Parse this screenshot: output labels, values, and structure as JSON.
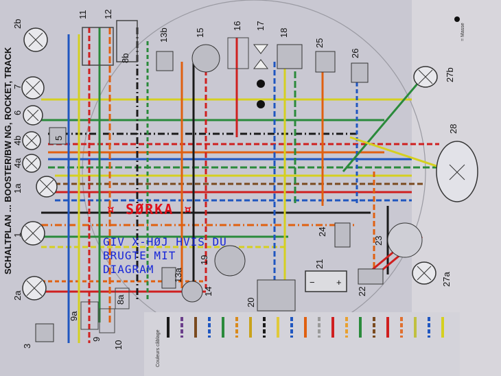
{
  "title": "SCHALTPLAN ... BOOSTER/BW NG, ROCKET, TRACK",
  "overlay": {
    "name": "¤ SØRKA ¤",
    "line1": "GIV X-HØJ HVIS DU",
    "line2": "BRUGTE MIT",
    "line3": "DIAGRAM"
  },
  "legend": {
    "header": "Couleurs câblage",
    "masse": "= Masse",
    "colors": [
      "#1a1a1a",
      "#6a3e8a",
      "#7a4a1f",
      "#1f56c0",
      "#2a8a3b",
      "#d98a1c",
      "#c9a21b",
      "#1a1a1a",
      "#e0c93a",
      "#1f56c0",
      "#e06010",
      "#9a9a9a",
      "#cf1f1f",
      "#e8a030",
      "#2a8a3b",
      "#7a4a1f",
      "#cf1f1f",
      "#e07030",
      "#c0c040",
      "#1f56c0",
      "#d5d020"
    ]
  },
  "components": [
    {
      "id": "c2b",
      "label": "2b"
    },
    {
      "id": "c7",
      "label": "7"
    },
    {
      "id": "c6",
      "label": "6"
    },
    {
      "id": "c4b",
      "label": "4b"
    },
    {
      "id": "c4a",
      "label": "4a"
    },
    {
      "id": "c1a",
      "label": "1a"
    },
    {
      "id": "c1",
      "label": "1"
    },
    {
      "id": "c2a",
      "label": "2a"
    },
    {
      "id": "c3",
      "label": "3"
    },
    {
      "id": "c5",
      "label": "5"
    },
    {
      "id": "c11",
      "label": "11"
    },
    {
      "id": "c12",
      "label": "12"
    },
    {
      "id": "c8b",
      "label": "8b"
    },
    {
      "id": "c13b",
      "label": "13b"
    },
    {
      "id": "c15",
      "label": "15"
    },
    {
      "id": "c16",
      "label": "16"
    },
    {
      "id": "c17",
      "label": "17"
    },
    {
      "id": "c18",
      "label": "18"
    },
    {
      "id": "c25",
      "label": "25"
    },
    {
      "id": "c26",
      "label": "26"
    },
    {
      "id": "c27b",
      "label": "27b"
    },
    {
      "id": "c28",
      "label": "28"
    },
    {
      "id": "c24",
      "label": "24"
    },
    {
      "id": "c23",
      "label": "23"
    },
    {
      "id": "c21",
      "label": "21"
    },
    {
      "id": "c22",
      "label": "22"
    },
    {
      "id": "c27a",
      "label": "27a"
    },
    {
      "id": "c19",
      "label": "19"
    },
    {
      "id": "c20",
      "label": "20"
    },
    {
      "id": "c14",
      "label": "14"
    },
    {
      "id": "c13a",
      "label": "13a"
    },
    {
      "id": "c8a",
      "label": "8a"
    },
    {
      "id": "c9a",
      "label": "9a"
    },
    {
      "id": "c9",
      "label": "9"
    },
    {
      "id": "c10",
      "label": "10"
    }
  ]
}
